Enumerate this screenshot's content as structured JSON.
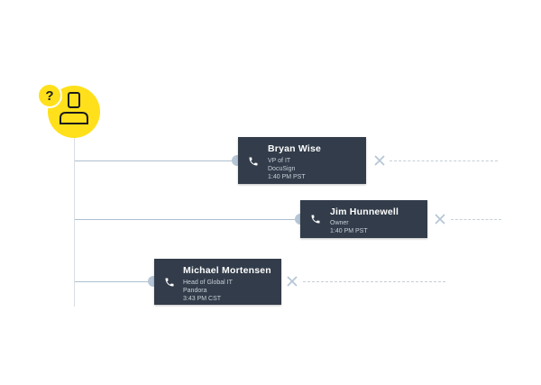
{
  "avatar": {
    "badge_text": "?",
    "icon": "person-icon",
    "badge_icon": "question-mark-icon",
    "color": "#ffe01b"
  },
  "colors": {
    "card_bg": "#323c4a",
    "connector": "#aebfd0",
    "dot": "#b7c6d6",
    "x_mark": "#b7c6d6",
    "dash": "#c6ced6"
  },
  "contacts": [
    {
      "name": "Bryan Wise",
      "title": "VP of IT",
      "company": "DocuSign",
      "time": "1:40 PM PST",
      "icon": "phone-icon"
    },
    {
      "name": "Jim Hunnewell",
      "title": "Owner",
      "time": "1:40 PM PST",
      "icon": "phone-icon"
    },
    {
      "name": "Michael Mortensen",
      "title": "Head of Global IT",
      "company": "Pandora",
      "time": "3:43 PM CST",
      "icon": "phone-icon"
    }
  ]
}
